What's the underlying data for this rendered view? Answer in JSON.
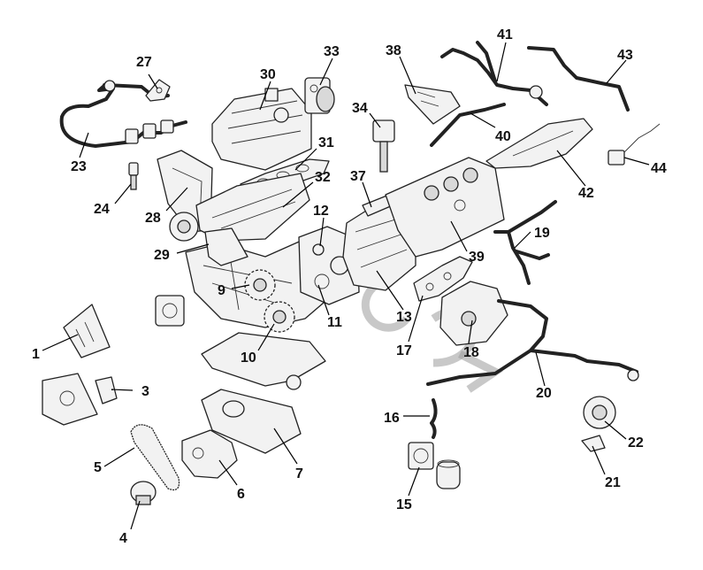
{
  "callouts": [
    {
      "id": "1",
      "text": "1"
    },
    {
      "id": "3",
      "text": "3"
    },
    {
      "id": "4",
      "text": "4"
    },
    {
      "id": "5",
      "text": "5"
    },
    {
      "id": "6",
      "text": "6"
    },
    {
      "id": "7",
      "text": "7"
    },
    {
      "id": "9",
      "text": "9"
    },
    {
      "id": "10",
      "text": "10"
    },
    {
      "id": "11",
      "text": "11"
    },
    {
      "id": "12",
      "text": "12"
    },
    {
      "id": "13",
      "text": "13"
    },
    {
      "id": "15",
      "text": "15"
    },
    {
      "id": "16",
      "text": "16"
    },
    {
      "id": "17",
      "text": "17"
    },
    {
      "id": "18",
      "text": "18"
    },
    {
      "id": "19",
      "text": "19"
    },
    {
      "id": "20",
      "text": "20"
    },
    {
      "id": "21",
      "text": "21"
    },
    {
      "id": "22",
      "text": "22"
    },
    {
      "id": "23",
      "text": "23"
    },
    {
      "id": "24",
      "text": "24"
    },
    {
      "id": "27",
      "text": "27"
    },
    {
      "id": "28",
      "text": "28"
    },
    {
      "id": "29",
      "text": "29"
    },
    {
      "id": "30",
      "text": "30"
    },
    {
      "id": "31",
      "text": "31"
    },
    {
      "id": "32",
      "text": "32"
    },
    {
      "id": "33",
      "text": "33"
    },
    {
      "id": "34",
      "text": "34"
    },
    {
      "id": "37",
      "text": "37"
    },
    {
      "id": "38",
      "text": "38"
    },
    {
      "id": "39",
      "text": "39"
    },
    {
      "id": "40",
      "text": "40"
    },
    {
      "id": "41",
      "text": "41"
    },
    {
      "id": "42",
      "text": "42"
    },
    {
      "id": "43",
      "text": "43"
    },
    {
      "id": "44",
      "text": "44"
    }
  ]
}
